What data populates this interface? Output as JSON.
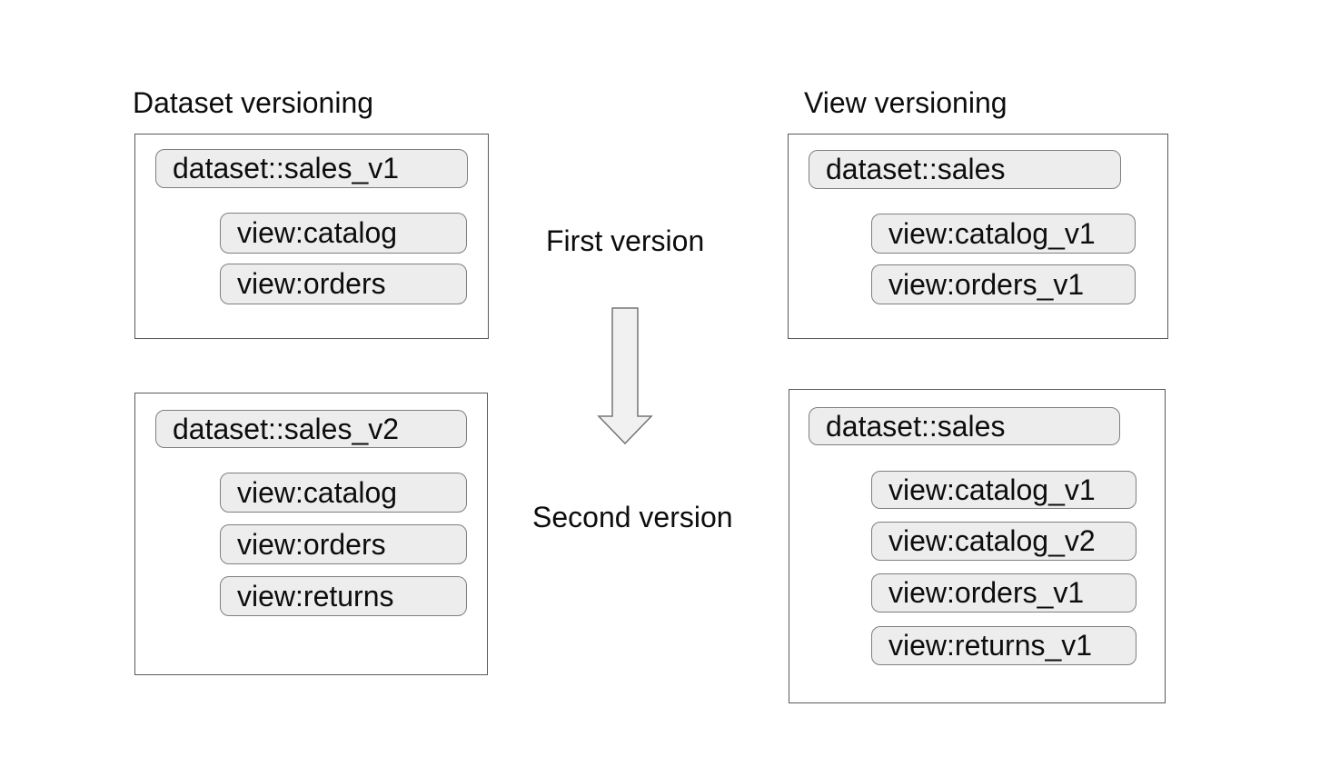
{
  "headings": {
    "dataset_versioning": "Dataset versioning",
    "view_versioning": "View versioning"
  },
  "flow": {
    "first_version_label": "First version",
    "second_version_label": "Second version",
    "arrow_icon": "down-block-arrow"
  },
  "panels": [
    {
      "name": "dataset-versioning-first",
      "dataset": "dataset::sales_v1",
      "views": [
        "view:catalog",
        "view:orders"
      ]
    },
    {
      "name": "view-versioning-first",
      "dataset": "dataset::sales",
      "views": [
        "view:catalog_v1",
        "view:orders_v1"
      ]
    },
    {
      "name": "dataset-versioning-second",
      "dataset": "dataset::sales_v2",
      "views": [
        "view:catalog",
        "view:orders",
        "view:returns"
      ]
    },
    {
      "name": "view-versioning-second",
      "dataset": "dataset::sales",
      "views": [
        "view:catalog_v1",
        "view:catalog_v2",
        "view:orders_v1",
        "view:returns_v1"
      ]
    }
  ],
  "colors": {
    "background": "#ffffff",
    "box_border": "#595959",
    "pill_fill": "#ededed",
    "pill_border": "#7f7f7f",
    "arrow_fill": "#f1f1f1",
    "arrow_border": "#757575",
    "text": "#0d0d0d"
  }
}
